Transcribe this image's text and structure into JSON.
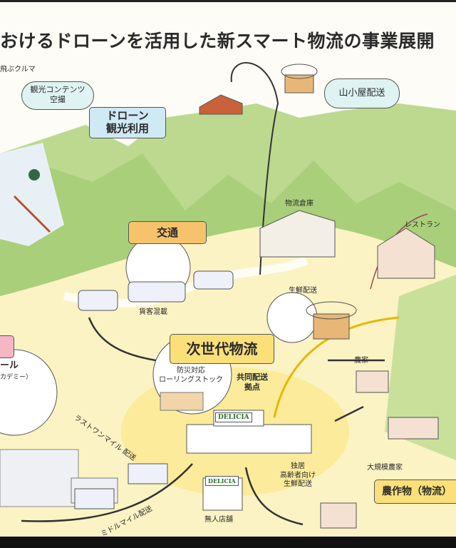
{
  "title": "おけるドローンを活用した新スマート物流の事業展開",
  "labels": {
    "flying_car": "飛ぶクルマ",
    "tourism_aerial": [
      "観光コンテンツ",
      "空撮"
    ],
    "drone_tourism": [
      "ドローン",
      "観光利用"
    ],
    "mountain_hut": "山小屋配送",
    "warehouse": "物流倉庫",
    "restaurant": "レストラン",
    "transport": "交通",
    "mixed_cargo": "貨客混載",
    "fresh_delivery": "生鮮配送",
    "next_gen": "次世代物流",
    "disaster": [
      "防災対応",
      "ローリングストック"
    ],
    "joint_delivery": [
      "共同配送",
      "拠点"
    ],
    "farmer": "農家",
    "last_mile": "ラストワンマイル 配送",
    "middle_mile": "ミドルマイル配送",
    "unmanned_store": "無人店舗",
    "elderly": [
      "独居",
      "高齢者向け",
      "生鮮配送"
    ],
    "large_farm": "大規模農家",
    "crops": "農作物（物流）",
    "academy": [
      "ール",
      "カデミー）"
    ],
    "brand": "DELICIA"
  },
  "colors": {
    "yellow_box": "#fbe07a",
    "orange_box": "#f6c36c",
    "blue_box": "#cfe9f5",
    "pink_box": "#f5b7c4",
    "bubble": "#dff3f3",
    "mountain": "#a9cf7a",
    "ground": "#fbf3c4"
  }
}
